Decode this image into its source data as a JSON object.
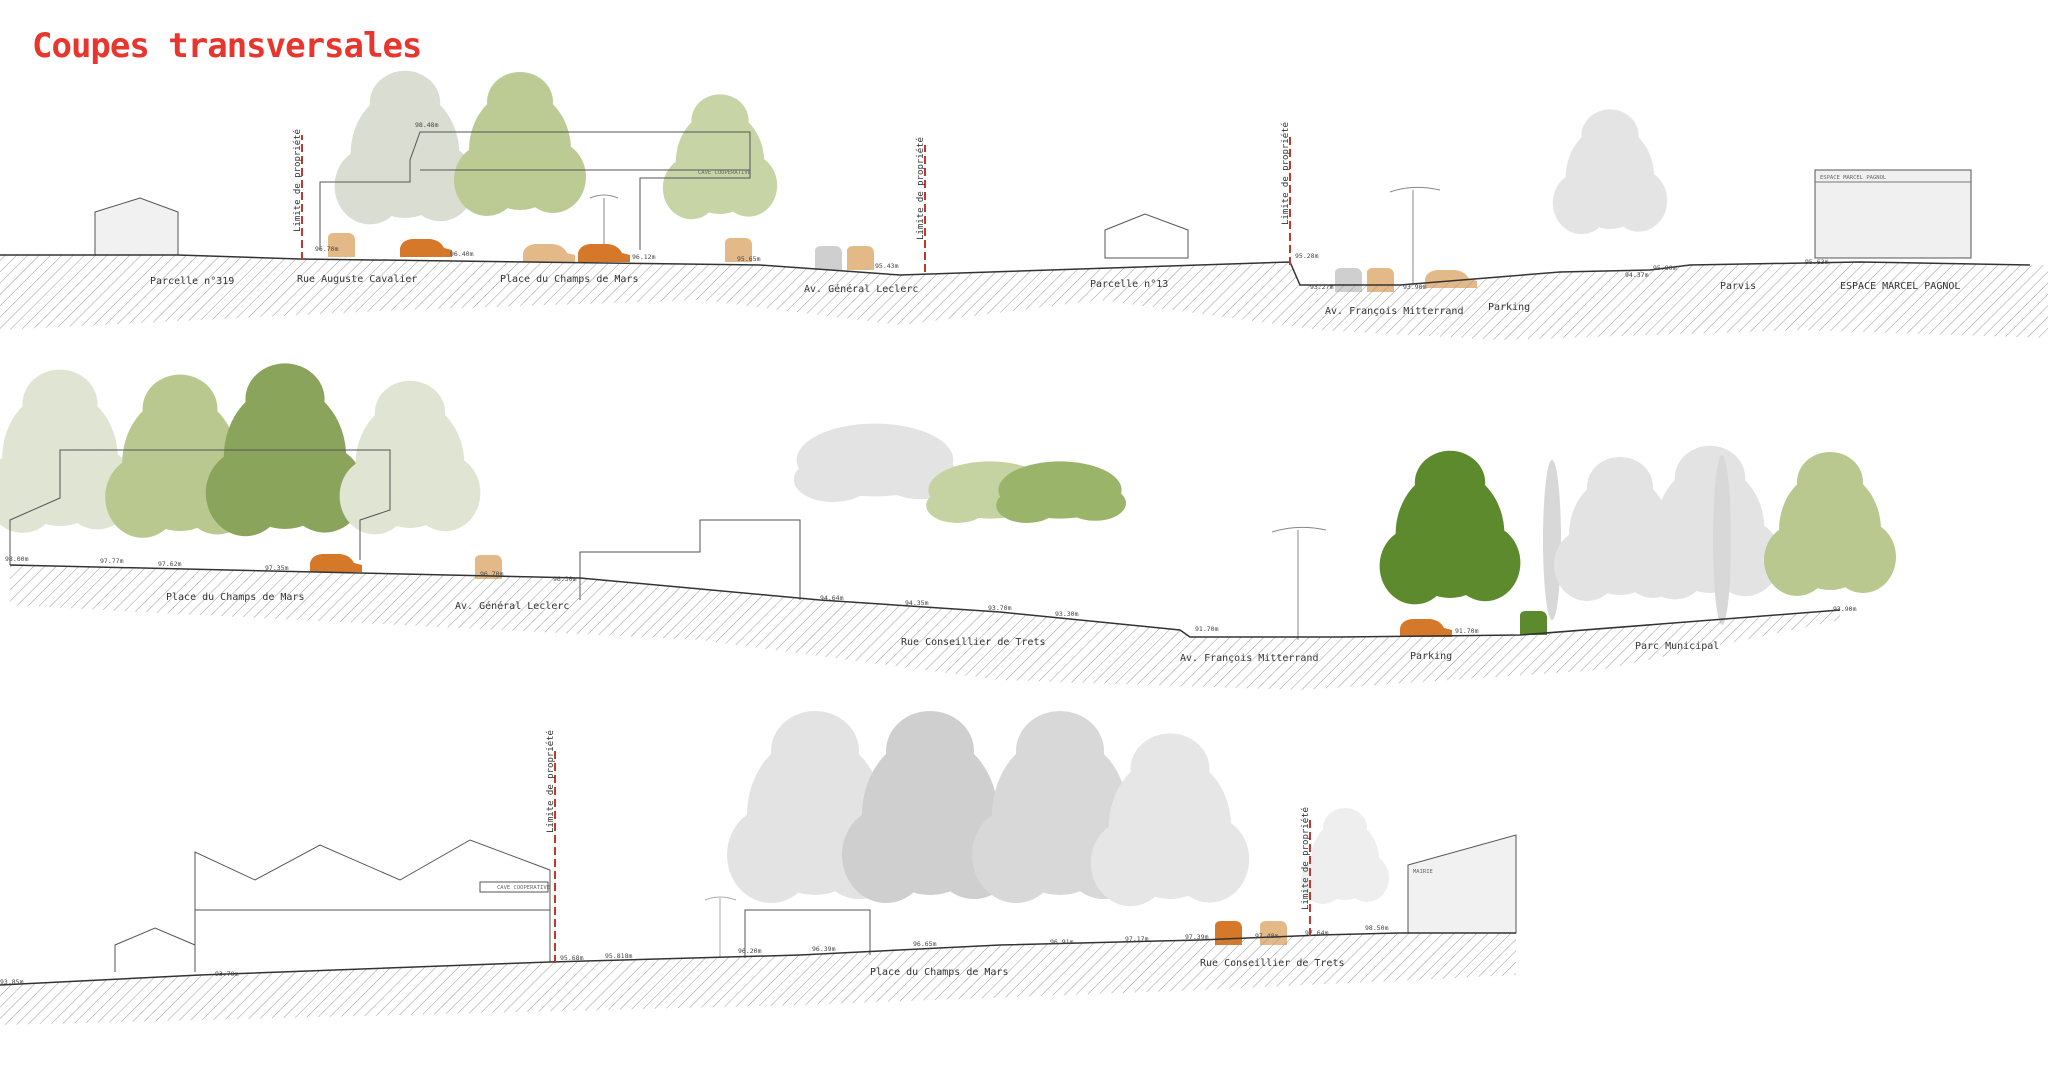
{
  "title": "Coupes transversales",
  "colors": {
    "title": "#e8352e",
    "ground_line": "#333333",
    "hatch": "#9a9a9a",
    "tree_green": "#8aa45c",
    "tree_green_light": "#b9c88f",
    "tree_green_dark": "#5d8a2c",
    "tree_grey": "#d8d8d8",
    "car_orange": "#d6782a",
    "car_beige": "#e4b988",
    "car_grey": "#cfcfcf",
    "property_limit": "#c0392b"
  },
  "property_limit_label": "Limite de propriété",
  "sections": [
    {
      "id": "section-1",
      "places": [
        "Parcelle n°319",
        "Rue Auguste Cavalier",
        "Place du Champs de Mars",
        "Av. Général Leclerc",
        "Parcelle n°13",
        "Av. François Mitterrand",
        "Parking",
        "Parvis",
        "ESPACE MARCEL PAGNOL"
      ],
      "elevations": [
        "96.70m",
        "96.40m",
        "98.48m",
        "96.12m",
        "95.65m",
        "95.43m",
        "95.28m",
        "93.27m",
        "93.90m",
        "94.37m",
        "95.80m",
        "95.63m"
      ],
      "building_signs": [
        "CAVE COOPERATIVE",
        "ESPACE MARCEL PAGNOL"
      ]
    },
    {
      "id": "section-2",
      "places": [
        "Place du Champs de Mars",
        "Av. Général Leclerc",
        "Rue Conseillier de Trets",
        "Av. François Mitterrand",
        "Parking",
        "Parc Municipal"
      ],
      "elevations": [
        "98.00m",
        "97.77m",
        "97.62m",
        "97.35m",
        "96.70m",
        "96.30m",
        "94.64m",
        "94.35m",
        "93.70m",
        "93.30m",
        "91.70m",
        "91.70m",
        "93.90m"
      ]
    },
    {
      "id": "section-3",
      "places": [
        "Place du Champs de Mars",
        "Rue Conseillier de Trets"
      ],
      "elevations": [
        "93.85m",
        "93.70m",
        "95.68m",
        "95.818m",
        "96.20m",
        "96.39m",
        "96.65m",
        "96.91m",
        "97.17m",
        "97.39m",
        "97.48m",
        "97.64m",
        "98.50m"
      ],
      "building_signs": [
        "CAVE COOPERATIVE",
        "MAIRIE"
      ]
    }
  ]
}
